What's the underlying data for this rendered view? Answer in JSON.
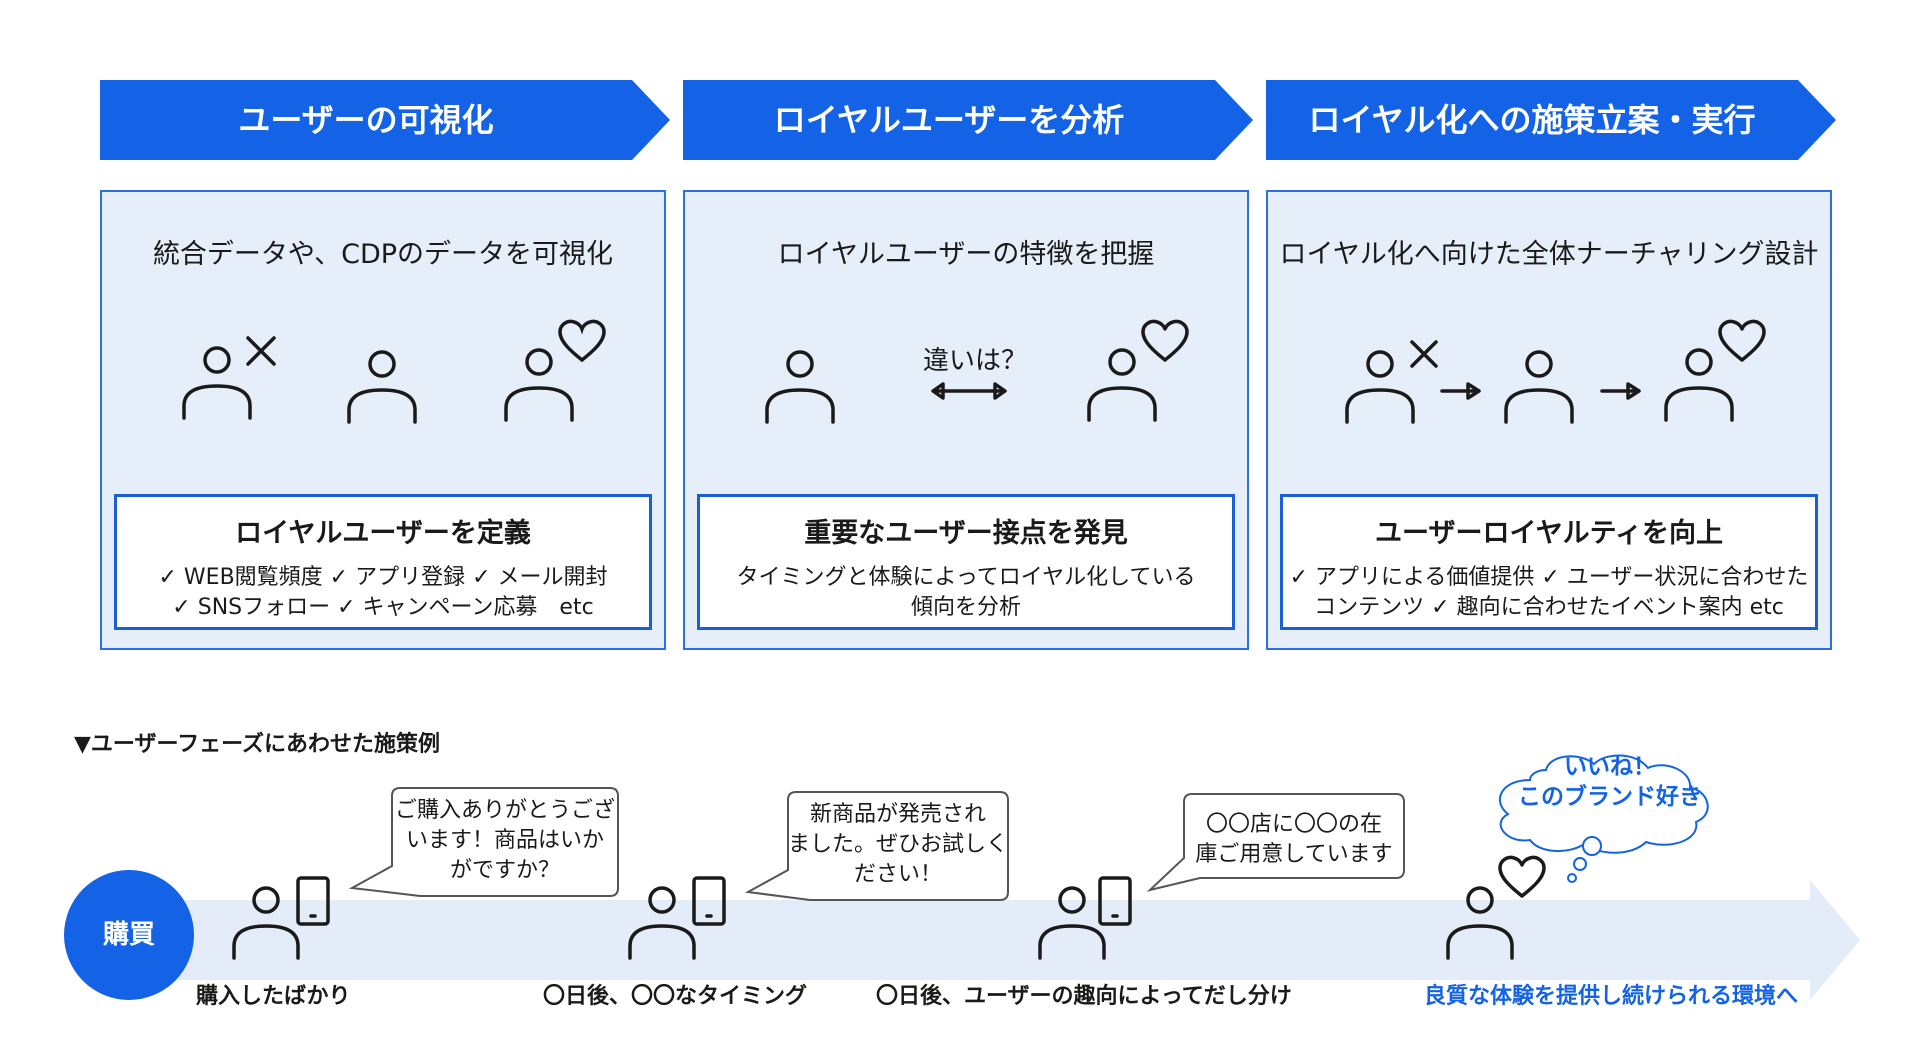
{
  "phases": [
    {
      "header": "ユーザーの可視化",
      "subtitle": "統合データや、CDPのデータを可視化",
      "box_title": "ロイヤルユーザーを定義",
      "box_lines": [
        "✓ WEB閲覧頻度 ✓ アプリ登録 ✓ メール開封",
        "✓ SNSフォロー ✓ キャンペーン応募　etc"
      ]
    },
    {
      "header": "ロイヤルユーザーを分析",
      "subtitle": "ロイヤルユーザーの特徴を把握",
      "compare_label": "違いは？",
      "box_title": "重要なユーザー接点を発見",
      "box_lines": [
        "タイミングと体験によってロイヤル化している",
        "傾向を分析"
      ]
    },
    {
      "header": "ロイヤル化への施策立案・実行",
      "subtitle": "ロイヤル化へ向けた全体ナーチャリング設計",
      "box_title": "ユーザーロイヤルティを向上",
      "box_lines": [
        "✓ アプリによる価値提供 ✓ ユーザー状況に合わせた",
        "コンテンツ ✓ 趣向に合わせたイベント案内 etc"
      ]
    }
  ],
  "bottom": {
    "section_title": "▼ユーザーフェーズにあわせた施策例",
    "purchase_label": "購買",
    "steps": [
      {
        "label": "購入したばかり",
        "bubble": [
          "ご購入ありがとうござ",
          "います！商品はいか",
          "がですか？"
        ]
      },
      {
        "label": "〇日後、〇〇なタイミング",
        "bubble": [
          "新商品が発売され",
          "ました。ぜひお試しく",
          "ださい！"
        ]
      },
      {
        "label": "〇日後、ユーザーの趣向によってだし分け",
        "bubble": [
          "〇〇店に〇〇の在",
          "庫ご用意しています"
        ]
      },
      {
        "label": "良質な体験を提供し続けられる環境へ",
        "cloud": [
          "いいね！",
          "このブランド好き"
        ]
      }
    ]
  },
  "colors": {
    "primary": "#1463e6",
    "panel_bg": "#e6eef9",
    "arrow_bg": "#e3ecf8",
    "border": "#2c6fe2"
  }
}
